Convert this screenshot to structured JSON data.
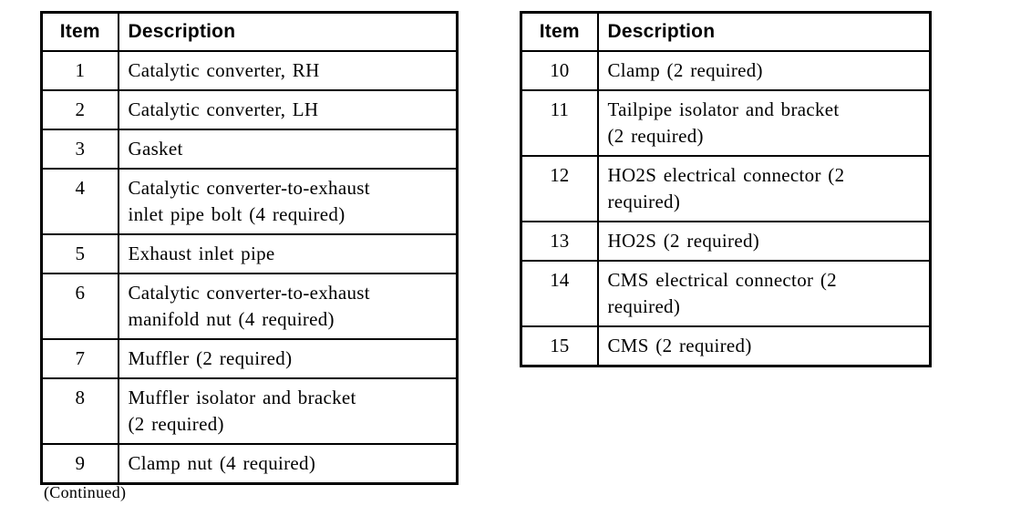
{
  "colors": {
    "background": "#ffffff",
    "border": "#000000",
    "text": "#000000"
  },
  "tables": [
    {
      "title": "exhaust-parts-list-items-1-9",
      "headers": {
        "item": "Item",
        "description": "Description"
      },
      "rows": [
        {
          "item": "1",
          "description": "Catalytic converter, RH"
        },
        {
          "item": "2",
          "description": "Catalytic converter, LH"
        },
        {
          "item": "3",
          "description": "Gasket"
        },
        {
          "item": "4",
          "description": "Catalytic converter-to-exhaust\ninlet pipe bolt (4 required)"
        },
        {
          "item": "5",
          "description": "Exhaust inlet pipe"
        },
        {
          "item": "6",
          "description": "Catalytic converter-to-exhaust\nmanifold nut (4 required)"
        },
        {
          "item": "7",
          "description": "Muffler (2 required)"
        },
        {
          "item": "8",
          "description": "Muffler isolator and bracket\n(2 required)"
        },
        {
          "item": "9",
          "description": "Clamp nut (4 required)"
        }
      ],
      "footer": "(Continued)"
    },
    {
      "title": "exhaust-parts-list-items-10-15",
      "headers": {
        "item": "Item",
        "description": "Description"
      },
      "rows": [
        {
          "item": "10",
          "description": "Clamp (2 required)"
        },
        {
          "item": "11",
          "description": "Tailpipe isolator and bracket\n(2 required)"
        },
        {
          "item": "12",
          "description": "HO2S electrical connector (2\nrequired)"
        },
        {
          "item": "13",
          "description": "HO2S (2 required)"
        },
        {
          "item": "14",
          "description": "CMS electrical connector (2\nrequired)"
        },
        {
          "item": "15",
          "description": "CMS (2 required)"
        }
      ]
    }
  ]
}
